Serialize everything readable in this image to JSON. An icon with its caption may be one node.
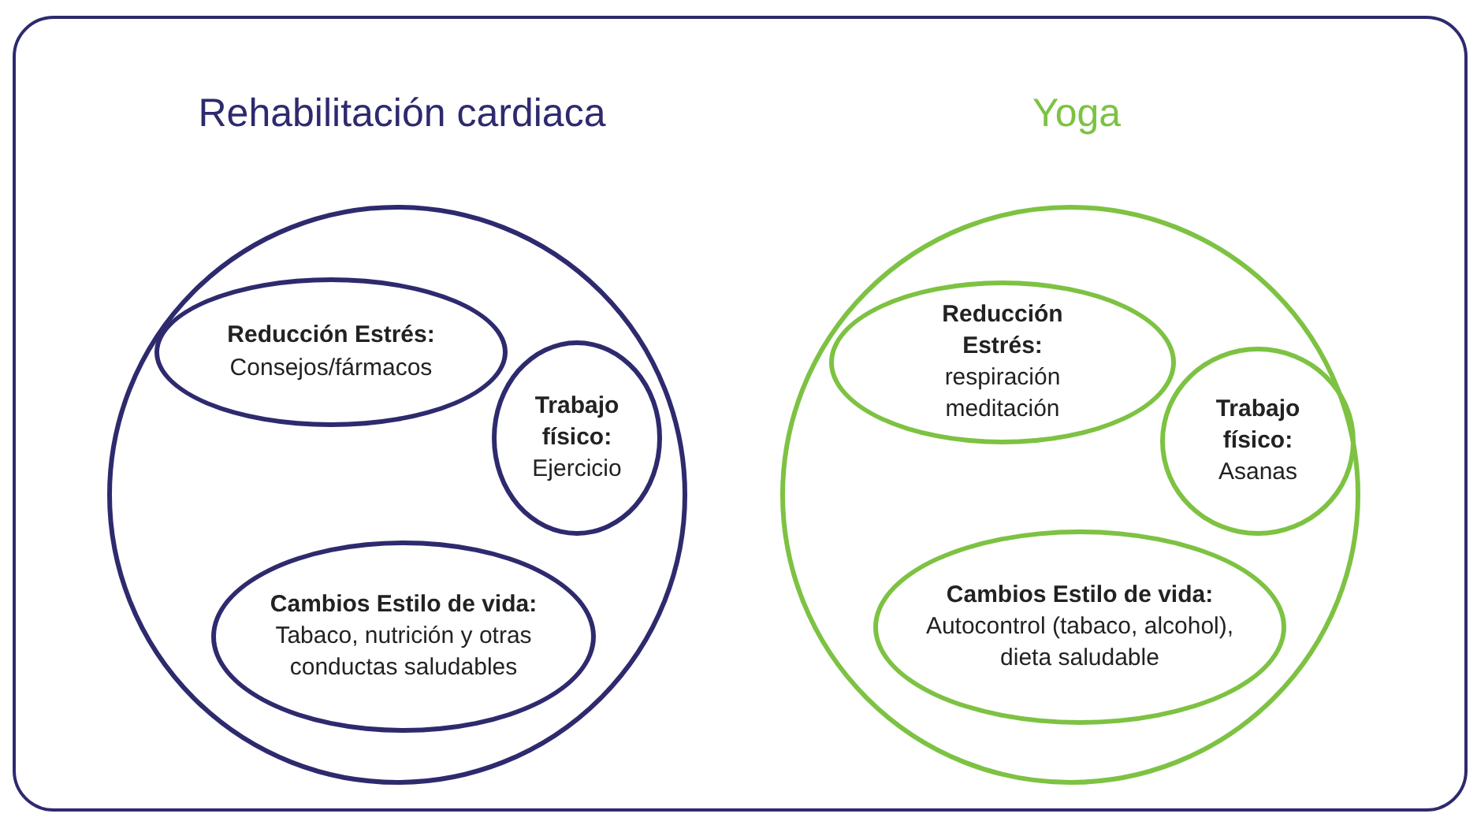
{
  "diagram": {
    "nodes": [
      {
        "text": [
          "Rehabilitación cardiaca"
        ]
      },
      {
        "text": [
          "Reducción Estrés:",
          "Consejos/fármacos"
        ],
        "in": 0
      },
      {
        "text": [
          "Trabajo físico:",
          "Ejercicio"
        ],
        "in": 0
      },
      {
        "text": [
          "Cambios Estilo de vida:",
          "Tabaco, nutrición y otras conductas saludables"
        ],
        "in": 0
      },
      {
        "text": [
          "Yoga"
        ]
      },
      {
        "text": [
          "Reducción Estrés:",
          "respiración meditación"
        ],
        "in": 4
      },
      {
        "text": [
          "Trabajo físico:",
          "Asanas"
        ],
        "in": 4
      },
      {
        "text": [
          "Cambios Estilo de vida:",
          "Autocontrol (tabaco, alcohol), dieta saludable"
        ],
        "in": 4
      }
    ]
  }
}
